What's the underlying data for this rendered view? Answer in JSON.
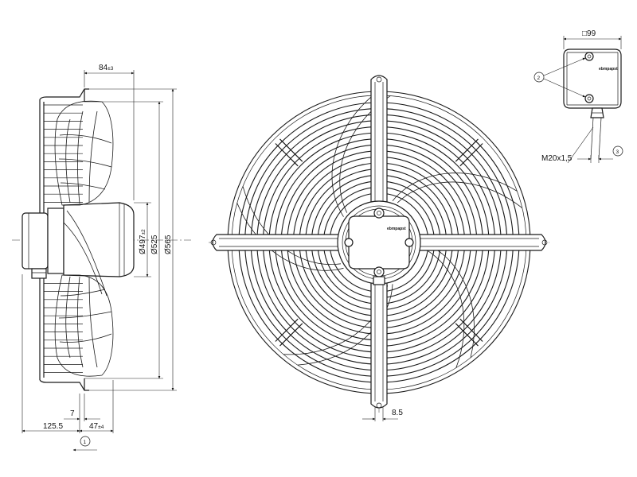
{
  "dimensions": {
    "depth_top": "84",
    "depth_top_tol": "±3",
    "diam_inner": "Ø497",
    "diam_inner_tol": "±2",
    "diam_mid": "Ø525",
    "diam_outer": "Ø565",
    "flange": "7",
    "overall": "125.5",
    "bottom_depth": "47",
    "bottom_depth_tol": "±4",
    "mount_hole": "8.5",
    "box_size": "□99",
    "thread": "M20x1,5"
  },
  "callouts": {
    "c1": "1",
    "c2": "2",
    "c3": "3"
  },
  "brand": "ebmpapst"
}
